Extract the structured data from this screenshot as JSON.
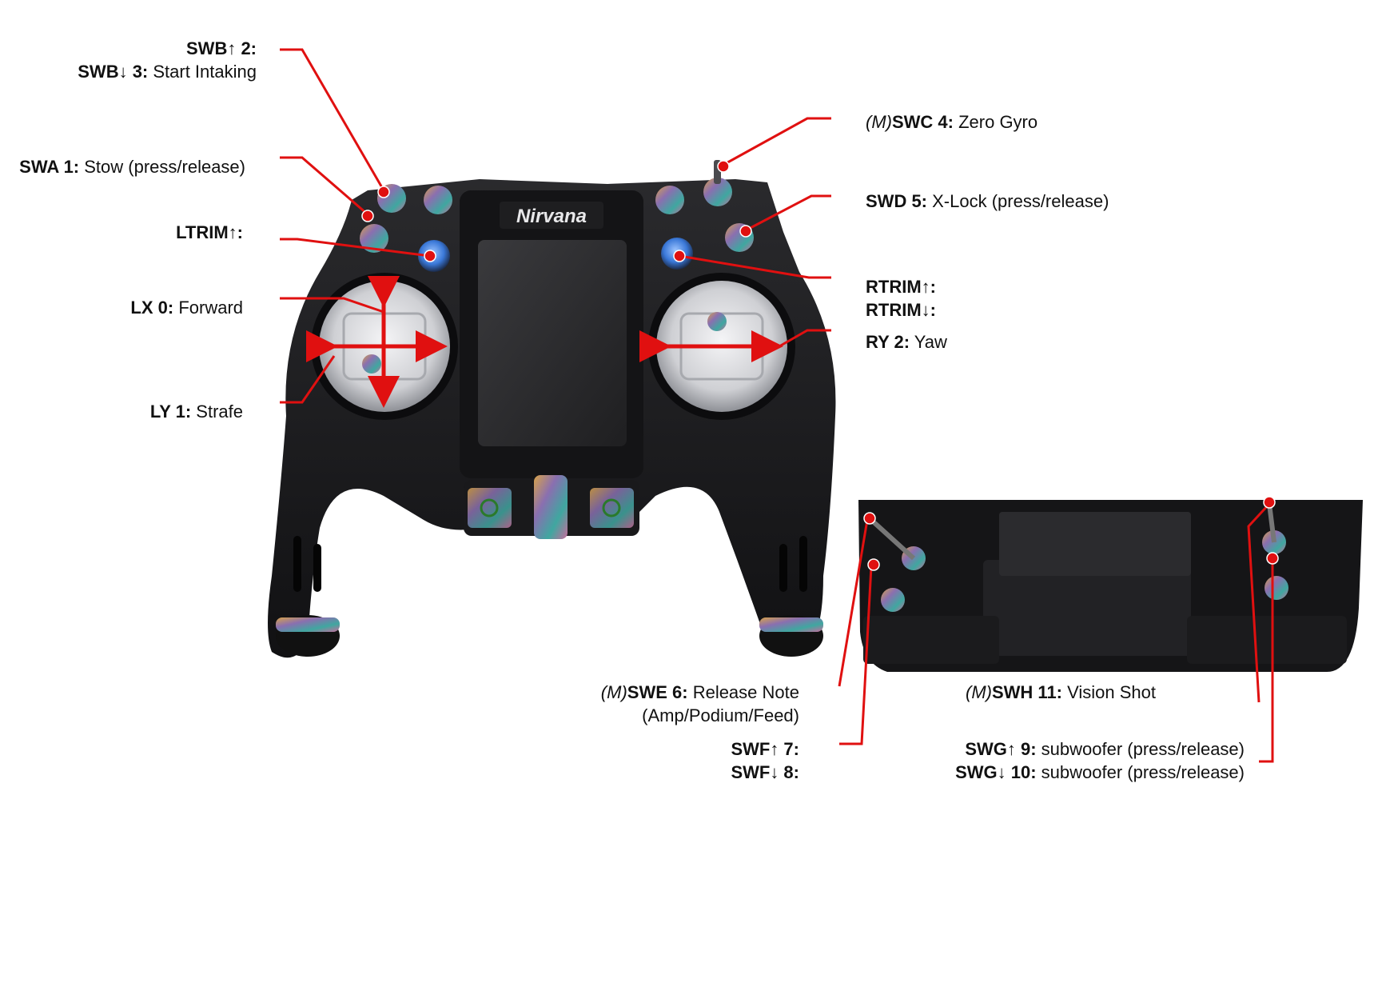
{
  "device": {
    "brand_label": "Nirvana"
  },
  "colors": {
    "leader": "#e01010",
    "body": "#1c1c1e",
    "body_dark": "#0e0e10",
    "screen": "#2a2a2c",
    "gimbal": "#d9d9dc",
    "trim_blue": "#3a78d8",
    "metal": "#8a6fb0"
  },
  "labels": {
    "swb": {
      "line1_key": "SWB↑ 2:",
      "line1_val": "",
      "line2_key": "SWB↓ 3:",
      "line2_val": " Start Intaking"
    },
    "swa": {
      "key": "SWA 1:",
      "val": " Stow (press/release)"
    },
    "ltrim": {
      "key": "LTRIM↑:"
    },
    "lx": {
      "key": "LX 0:",
      "val": " Forward"
    },
    "ly": {
      "key": "LY 1:",
      "val": " Strafe"
    },
    "swc": {
      "prefix": "(M)",
      "key": "SWC 4:",
      "val": " Zero Gyro"
    },
    "swd": {
      "key": "SWD 5:",
      "val": " X-Lock (press/release)"
    },
    "rtrim": {
      "line1_key": "RTRIM↑:",
      "line2_key": "RTRIM↓:"
    },
    "ry": {
      "key": "RY 2:",
      "val": " Yaw"
    },
    "swe": {
      "prefix": "(M)",
      "key": "SWE 6:",
      "val": " Release Note",
      "line2": "(Amp/Podium/Feed)"
    },
    "swf": {
      "line1_key": "SWF↑ 7:",
      "line2_key": "SWF↓ 8:"
    },
    "swh": {
      "prefix": "(M)",
      "key": "SWH 11:",
      "val": " Vision Shot"
    },
    "swg": {
      "line1_key": "SWG↑ 9:",
      "line1_val": " subwoofer (press/release)",
      "line2_key": "SWG↓ 10:",
      "line2_val": " subwoofer (press/release)"
    }
  }
}
